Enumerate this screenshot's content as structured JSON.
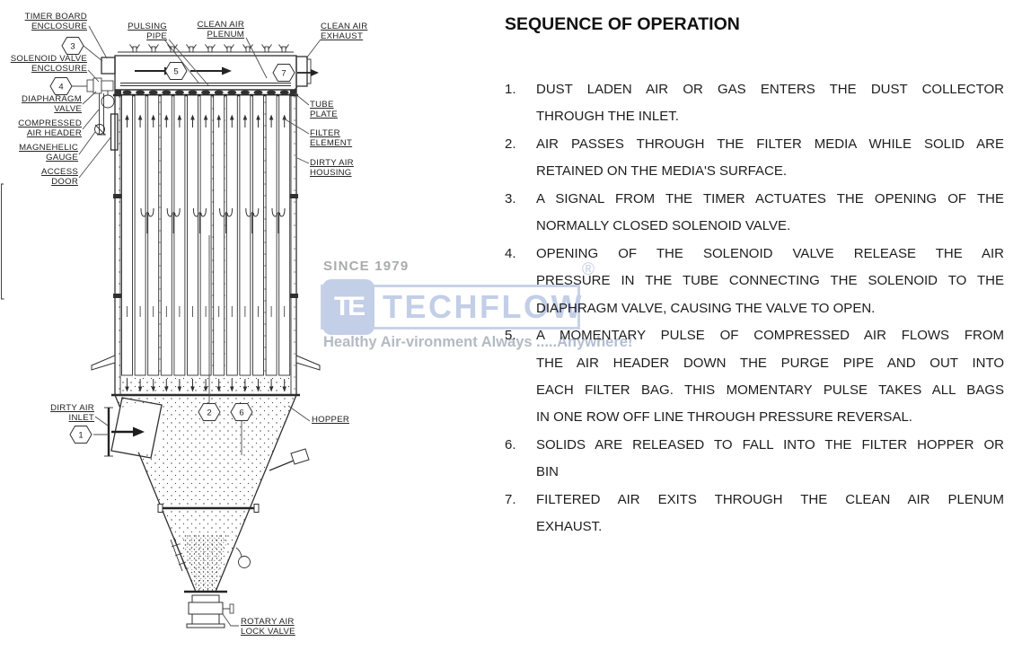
{
  "title": "SEQUENCE OF OPERATION",
  "sequence": [
    {
      "num": "1.",
      "lines": [
        "DUST LADEN AIR OR GAS ENTERS THE DUST COLLECTOR",
        "THROUGH THE INLET."
      ]
    },
    {
      "num": "2.",
      "lines": [
        "AIR PASSES THROUGH THE FILTER MEDIA WHILE SOLID ARE",
        "RETAINED ON THE MEDIA'S SURFACE."
      ]
    },
    {
      "num": "3.",
      "lines": [
        "A SIGNAL FROM THE TIMER ACTUATES THE OPENING OF THE",
        "NORMALLY CLOSED SOLENOID VALVE."
      ]
    },
    {
      "num": "4.",
      "lines": [
        "OPENING OF THE SOLENOID VALVE RELEASE THE AIR",
        "PRESSURE IN THE TUBE CONNECTING THE SOLENOID TO THE",
        "DIAPHRAGM VALVE, CAUSING THE VALVE TO OPEN."
      ]
    },
    {
      "num": "5.",
      "lines": [
        "A MOMENTARY PULSE OF COMPRESSED AIR FLOWS FROM",
        "THE AIR HEADER DOWN THE PURGE PIPE AND OUT INTO",
        "EACH FILTER BAG. THIS MOMENTARY PULSE TAKES ALL BAGS",
        "IN ONE ROW OFF LINE THROUGH PRESSURE REVERSAL."
      ]
    },
    {
      "num": "6.",
      "lines": [
        "SOLIDS ARE RELEASED TO FALL INTO THE FILTER HOPPER OR",
        "BIN"
      ]
    },
    {
      "num": "7.",
      "lines": [
        "FILTERED AIR EXITS THROUGH THE CLEAN AIR PLENUM",
        "EXHAUST."
      ]
    }
  ],
  "logo": {
    "since": "SINCE 1979",
    "monogram": "TE",
    "name": "TECHFLOW",
    "reg": "®",
    "tagline_a": "Healthy Air-vironment  Always .....",
    "tagline_b": "Anywhere!"
  },
  "diagram": {
    "labels": {
      "timer_board": [
        "TIMER BOARD",
        "ENCLOSURE"
      ],
      "solenoid_valve": [
        "SOLENOID VALVE",
        "ENCLOSURE"
      ],
      "diaphragm_valve": [
        "DIAPHARAGM",
        "VALVE"
      ],
      "compressed_air_header": [
        "COMPRESSED",
        "AIR HEADER"
      ],
      "magnehelic_gauge": [
        "MAGNEHELIC",
        "GAUGE"
      ],
      "access_door": [
        "ACCESS",
        "DOOR"
      ],
      "pulsing_pipe": [
        "PULSING",
        "PIPE"
      ],
      "clean_air_plenum": [
        "CLEAN AIR",
        "PLENUM"
      ],
      "clean_air_exhaust": [
        "CLEAN AIR",
        "EXHAUST"
      ],
      "tube_plate": [
        "TUBE",
        "PLATE"
      ],
      "filter_element": [
        "FILTER",
        "ELEMENT"
      ],
      "dirty_air_housing": [
        "DIRTY AIR",
        "HOUSING"
      ],
      "dirty_air_inlet": [
        "DIRTY AIR",
        "INLET"
      ],
      "hopper": [
        "HOPPER"
      ],
      "rotary_air_lock_valve": [
        "ROTARY AIR",
        "LOCK VALVE"
      ]
    },
    "callouts": [
      "1",
      "2",
      "3",
      "4",
      "5",
      "6",
      "7"
    ]
  },
  "colors": {
    "line": "#303030",
    "label_text": "#1f1f1f",
    "body_text": "#1d1d1d",
    "logo_blue": "#c3cee7",
    "logo_gray": "#a9abad"
  }
}
